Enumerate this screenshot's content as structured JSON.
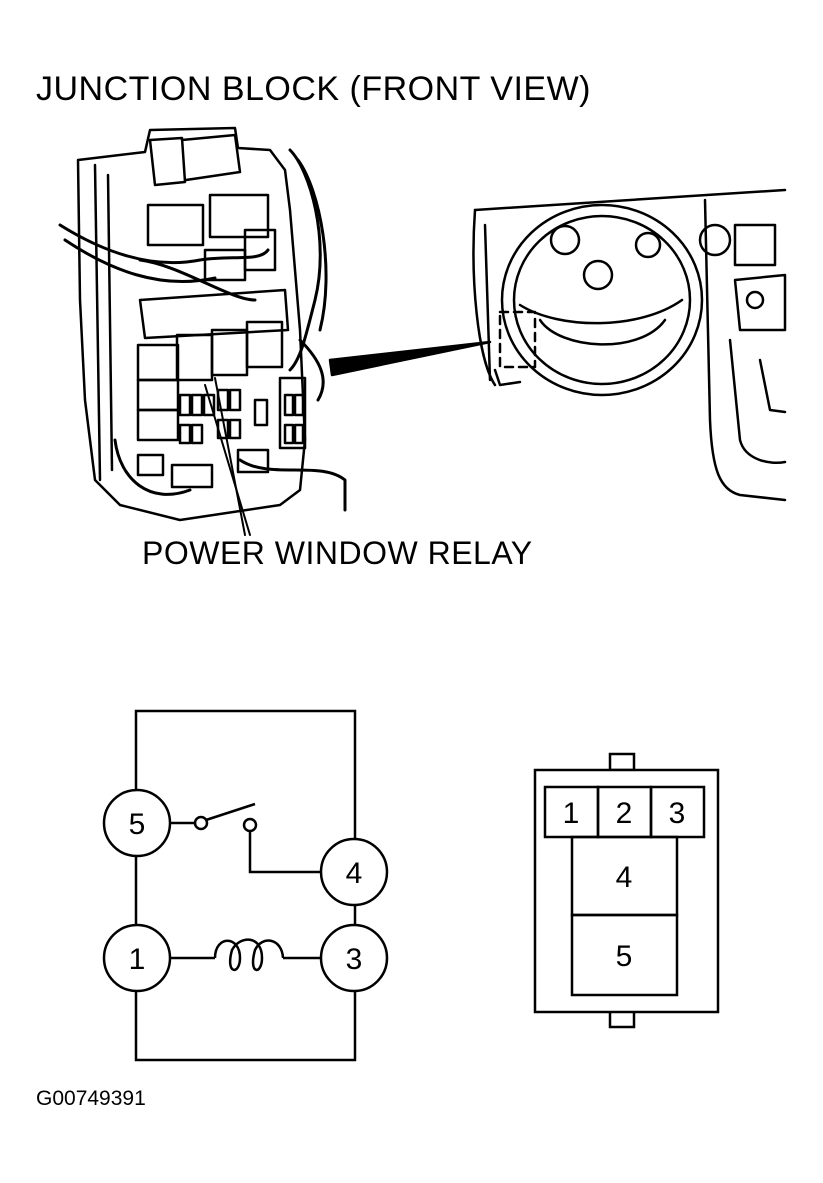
{
  "header": {
    "title": "JUNCTION BLOCK (FRONT VIEW)"
  },
  "callout": {
    "label": "POWER WINDOW RELAY"
  },
  "schematic": {
    "terminals": [
      {
        "id": "5",
        "label": "5"
      },
      {
        "id": "4",
        "label": "4"
      },
      {
        "id": "1",
        "label": "1"
      },
      {
        "id": "3",
        "label": "3"
      }
    ]
  },
  "connector": {
    "top_row": [
      "1",
      "2",
      "3"
    ],
    "cavity_upper": "4",
    "cavity_lower": "5"
  },
  "footer": {
    "figure_id": "G00749391"
  }
}
